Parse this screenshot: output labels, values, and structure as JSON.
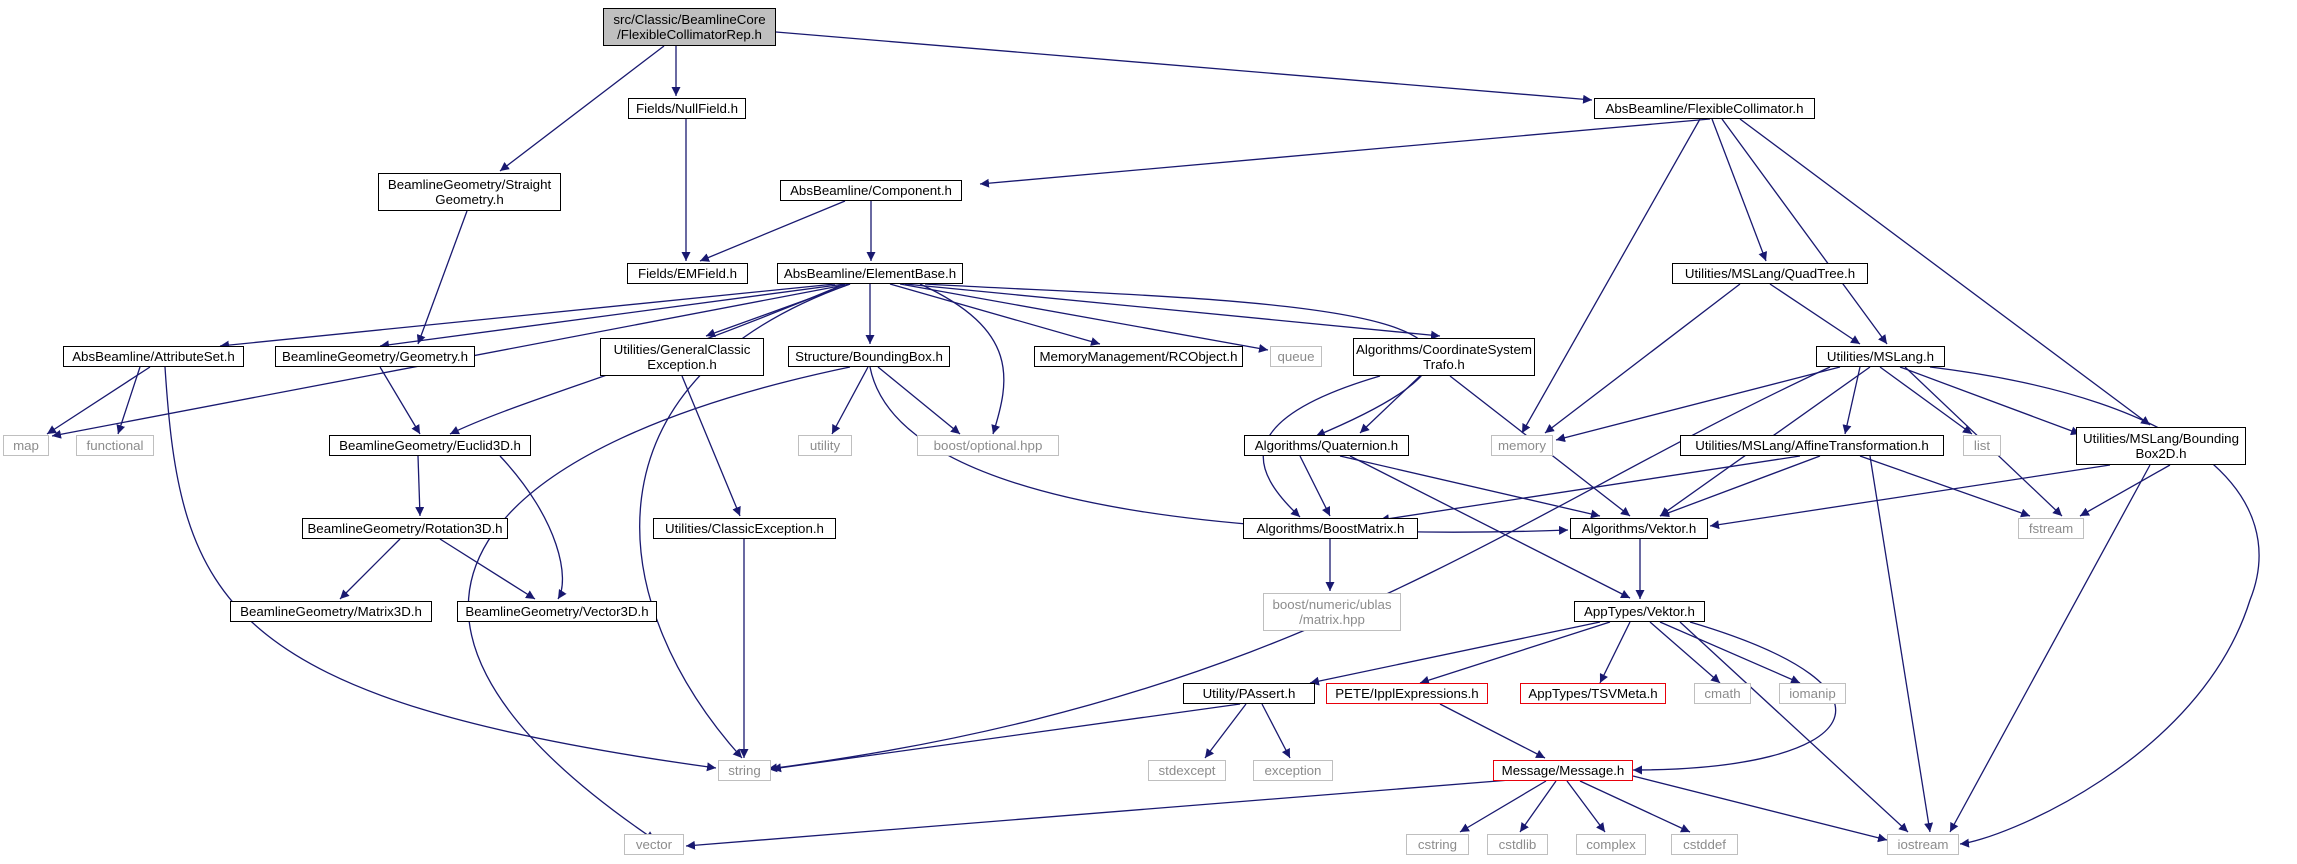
{
  "colors": {
    "edge": "#191970",
    "node_border": "#000000",
    "system_border": "#bfbfbf",
    "incomplete_border": "#e8000b",
    "root_fill": "#bfbfbf"
  },
  "nodes": {
    "root": [
      "src/Classic/BeamlineCore",
      "/FlexibleCollimatorRep.h"
    ],
    "nullfield": [
      "Fields/NullField.h"
    ],
    "flexcoll": [
      "AbsBeamline/FlexibleCollimator.h"
    ],
    "straight": [
      "BeamlineGeometry/Straight",
      "Geometry.h"
    ],
    "component": [
      "AbsBeamline/Component.h"
    ],
    "emfield": [
      "Fields/EMField.h"
    ],
    "elementbase": [
      "AbsBeamline/ElementBase.h"
    ],
    "quadtree": [
      "Utilities/MSLang/QuadTree.h"
    ],
    "attributeset": [
      "AbsBeamline/AttributeSet.h"
    ],
    "geometry": [
      "BeamlineGeometry/Geometry.h"
    ],
    "generalexc": [
      "Utilities/GeneralClassic",
      "Exception.h"
    ],
    "boundingbox": [
      "Structure/BoundingBox.h"
    ],
    "rcobject": [
      "MemoryManagement/RCObject.h"
    ],
    "queue": [
      "queue"
    ],
    "coordtrafo": [
      "Algorithms/CoordinateSystem",
      "Trafo.h"
    ],
    "mslang": [
      "Utilities/MSLang.h"
    ],
    "map": [
      "map"
    ],
    "functional": [
      "functional"
    ],
    "euclid": [
      "BeamlineGeometry/Euclid3D.h"
    ],
    "utility": [
      "utility"
    ],
    "optional": [
      "boost/optional.hpp"
    ],
    "quaternion": [
      "Algorithms/Quaternion.h"
    ],
    "memory": [
      "memory"
    ],
    "affine": [
      "Utilities/MSLang/AffineTransformation.h"
    ],
    "list": [
      "list"
    ],
    "bbox2d": [
      "Utilities/MSLang/Bounding",
      "Box2D.h"
    ],
    "rotation": [
      "BeamlineGeometry/Rotation3D.h"
    ],
    "classicexc": [
      "Utilities/ClassicException.h"
    ],
    "boostmatrix": [
      "Algorithms/BoostMatrix.h"
    ],
    "vektoralg": [
      "Algorithms/Vektor.h"
    ],
    "fstream": [
      "fstream"
    ],
    "matrix3d": [
      "BeamlineGeometry/Matrix3D.h"
    ],
    "vector3d": [
      "BeamlineGeometry/Vector3D.h"
    ],
    "ublas": [
      "boost/numeric/ublas",
      "/matrix.hpp"
    ],
    "apptypesvektor": [
      "AppTypes/Vektor.h"
    ],
    "passert": [
      "Utility/PAssert.h"
    ],
    "pete": [
      "PETE/IpplExpressions.h"
    ],
    "tsvmeta": [
      "AppTypes/TSVMeta.h"
    ],
    "cmath": [
      "cmath"
    ],
    "iomanip": [
      "iomanip"
    ],
    "string": [
      "string"
    ],
    "stdexcept": [
      "stdexcept"
    ],
    "exception": [
      "exception"
    ],
    "message": [
      "Message/Message.h"
    ],
    "vector": [
      "vector"
    ],
    "cstring": [
      "cstring"
    ],
    "cstdlib": [
      "cstdlib"
    ],
    "complex": [
      "complex"
    ],
    "cstddef": [
      "cstddef"
    ],
    "iostream": [
      "iostream"
    ]
  }
}
